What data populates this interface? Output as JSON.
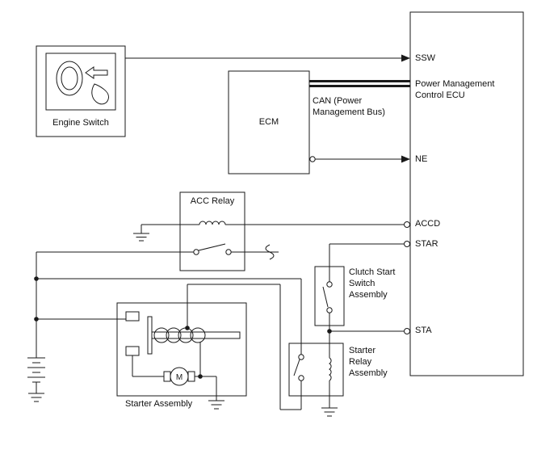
{
  "colors": {
    "line": "#1a1a1a",
    "background": "#ffffff"
  },
  "engine_switch": {
    "label": "Engine Switch"
  },
  "ecm": {
    "label": "ECM"
  },
  "can_bus": {
    "line1": "CAN (Power",
    "line2": "Management Bus)"
  },
  "ecu": {
    "name_line1": "Power Management",
    "name_line2": "Control ECU",
    "terminal_ssw": "SSW",
    "terminal_ne": "NE",
    "terminal_accd": "ACCD",
    "terminal_star": "STAR",
    "terminal_sta": "STA"
  },
  "acc_relay": {
    "label": "ACC Relay"
  },
  "clutch_start_switch": {
    "line1": "Clutch Start",
    "line2": "Switch",
    "line3": "Assembly"
  },
  "starter_relay": {
    "line1": "Starter",
    "line2": "Relay",
    "line3": "Assembly"
  },
  "starter_assembly": {
    "label": "Starter Assembly",
    "motor_symbol": "M"
  }
}
